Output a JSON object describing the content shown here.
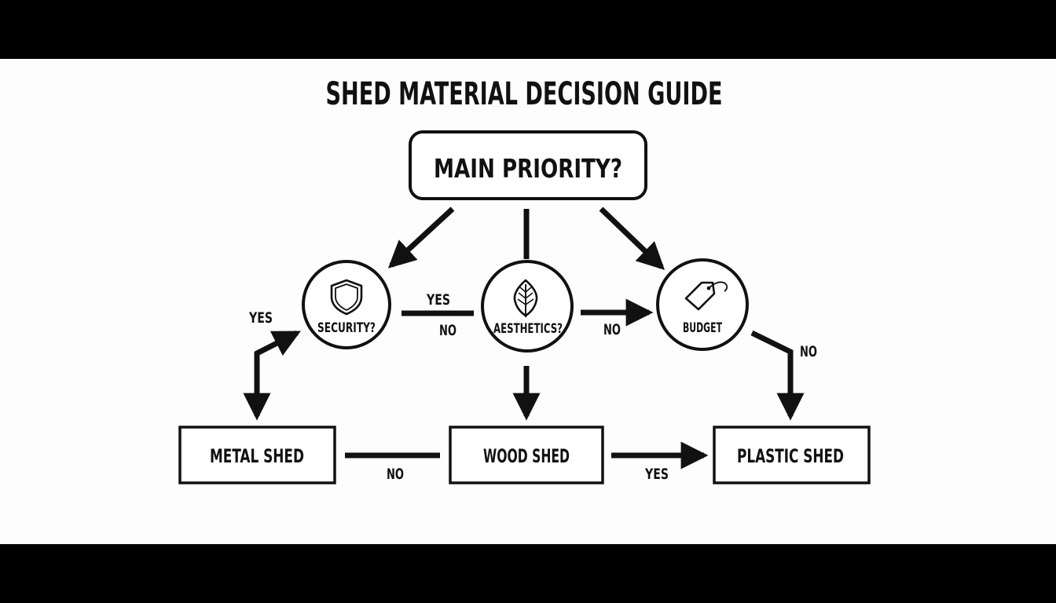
{
  "title": "SHED MATERIAL DECISION GUIDE",
  "nodes": {
    "main_priority": "MAIN PRIORITY?",
    "security": "SECURITY?",
    "aesthetics": "AESTHETICS?",
    "budget": "BUDGET",
    "metal_shed": "METAL SHED",
    "wood_shed": "WOOD SHED",
    "plastic_shed": "PLASTIC SHED"
  },
  "icons": {
    "security": "shield-icon",
    "aesthetics": "leaf-icon",
    "budget": "price-tag-icon"
  },
  "edge_labels": {
    "yes_metal_to_security": "YES",
    "yes_security_to_aesthetics": "YES",
    "no_security_to_aesthetics": "NO",
    "no_aesthetics_to_budget": "NO",
    "no_budget_to_plastic": "NO",
    "no_metal_to_wood": "NO",
    "yes_wood_to_plastic": "YES"
  },
  "colors": {
    "ink": "#111111",
    "background": "#fdfdfd",
    "letterbox": "#000000"
  }
}
